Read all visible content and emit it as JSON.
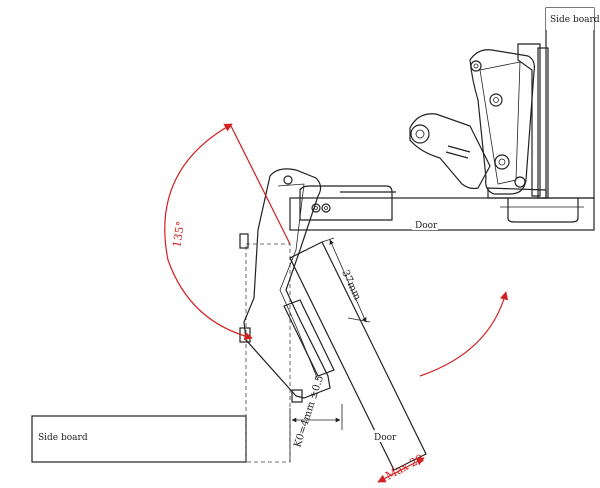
{
  "diagram": {
    "labels": {
      "side_board_top": "Side board",
      "side_board_bottom": "Side board",
      "door_top": "Door",
      "door_bottom": "Door",
      "angle": "135°",
      "dim_37": "37mm",
      "gap_tolerance": "K0=4mm ±0.5",
      "max_thickness": "Max 22"
    },
    "colors": {
      "line": "#222222",
      "hatch": "#555555",
      "accent": "#d32020",
      "background": "#ffffff"
    }
  }
}
